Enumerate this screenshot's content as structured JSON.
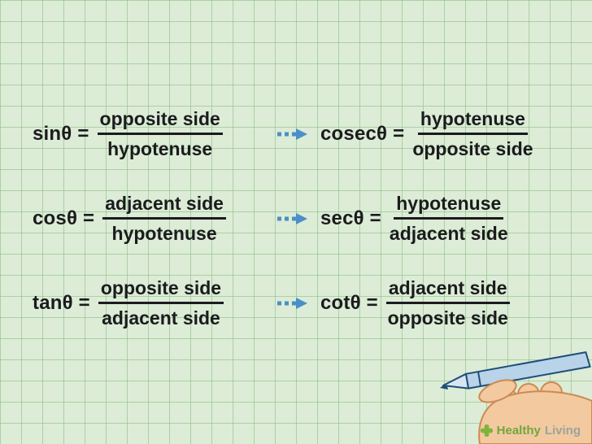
{
  "rows": [
    {
      "left_label": "sinθ =",
      "left_num": "opposite side",
      "left_den": "hypotenuse",
      "right_label": "cosecθ =",
      "right_num": "hypotenuse",
      "right_den": "opposite side"
    },
    {
      "left_label": "cosθ =",
      "left_num": "adjacent side",
      "left_den": "hypotenuse",
      "right_label": "secθ =",
      "right_num": "hypotenuse",
      "right_den": "adjacent side"
    },
    {
      "left_label": "tanθ =",
      "left_num": "opposite side",
      "left_den": "adjacent side",
      "right_label": "cotθ =",
      "right_num": "adjacent side",
      "right_den": "opposite side"
    }
  ],
  "watermark": {
    "brand_primary": "Healthy",
    "brand_secondary": "Living"
  },
  "colors": {
    "paper": "#dcecd6",
    "grid": "#8abe84",
    "text": "#1b1b1e",
    "arrow": "#4a8fc7",
    "brand_green": "#6fa83c",
    "brand_gray": "#9aa49b",
    "pen_body": "#b9d3e8",
    "pen_outline": "#1e4e79",
    "skin": "#f3c9a0",
    "skin_outline": "#cc8a52"
  }
}
